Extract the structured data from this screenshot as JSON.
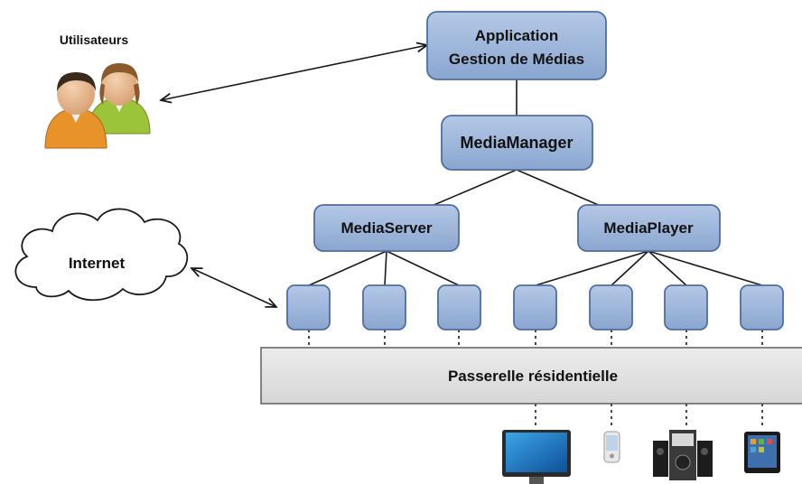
{
  "users": {
    "label": "Utilisateurs"
  },
  "application": {
    "line1": "Application",
    "line2": "Gestion de Médias"
  },
  "media_manager": {
    "label": "MediaManager"
  },
  "media_server": {
    "label": "MediaServer"
  },
  "media_player": {
    "label": "MediaPlayer"
  },
  "internet": {
    "label": "Internet"
  },
  "gateway": {
    "label": "Passerelle résidentielle"
  },
  "colors": {
    "box_fill": "#9bb3d6",
    "box_stroke": "#4f6f9f",
    "gateway_fill": "#e3e3e3",
    "line": "#1a1a1a"
  },
  "icons": {
    "users": "two-users-icon",
    "cloud": "cloud-icon",
    "devices": [
      "tv-monitor-icon",
      "mobile-phone-icon",
      "hifi-speakers-icon",
      "tablet-icon"
    ]
  }
}
